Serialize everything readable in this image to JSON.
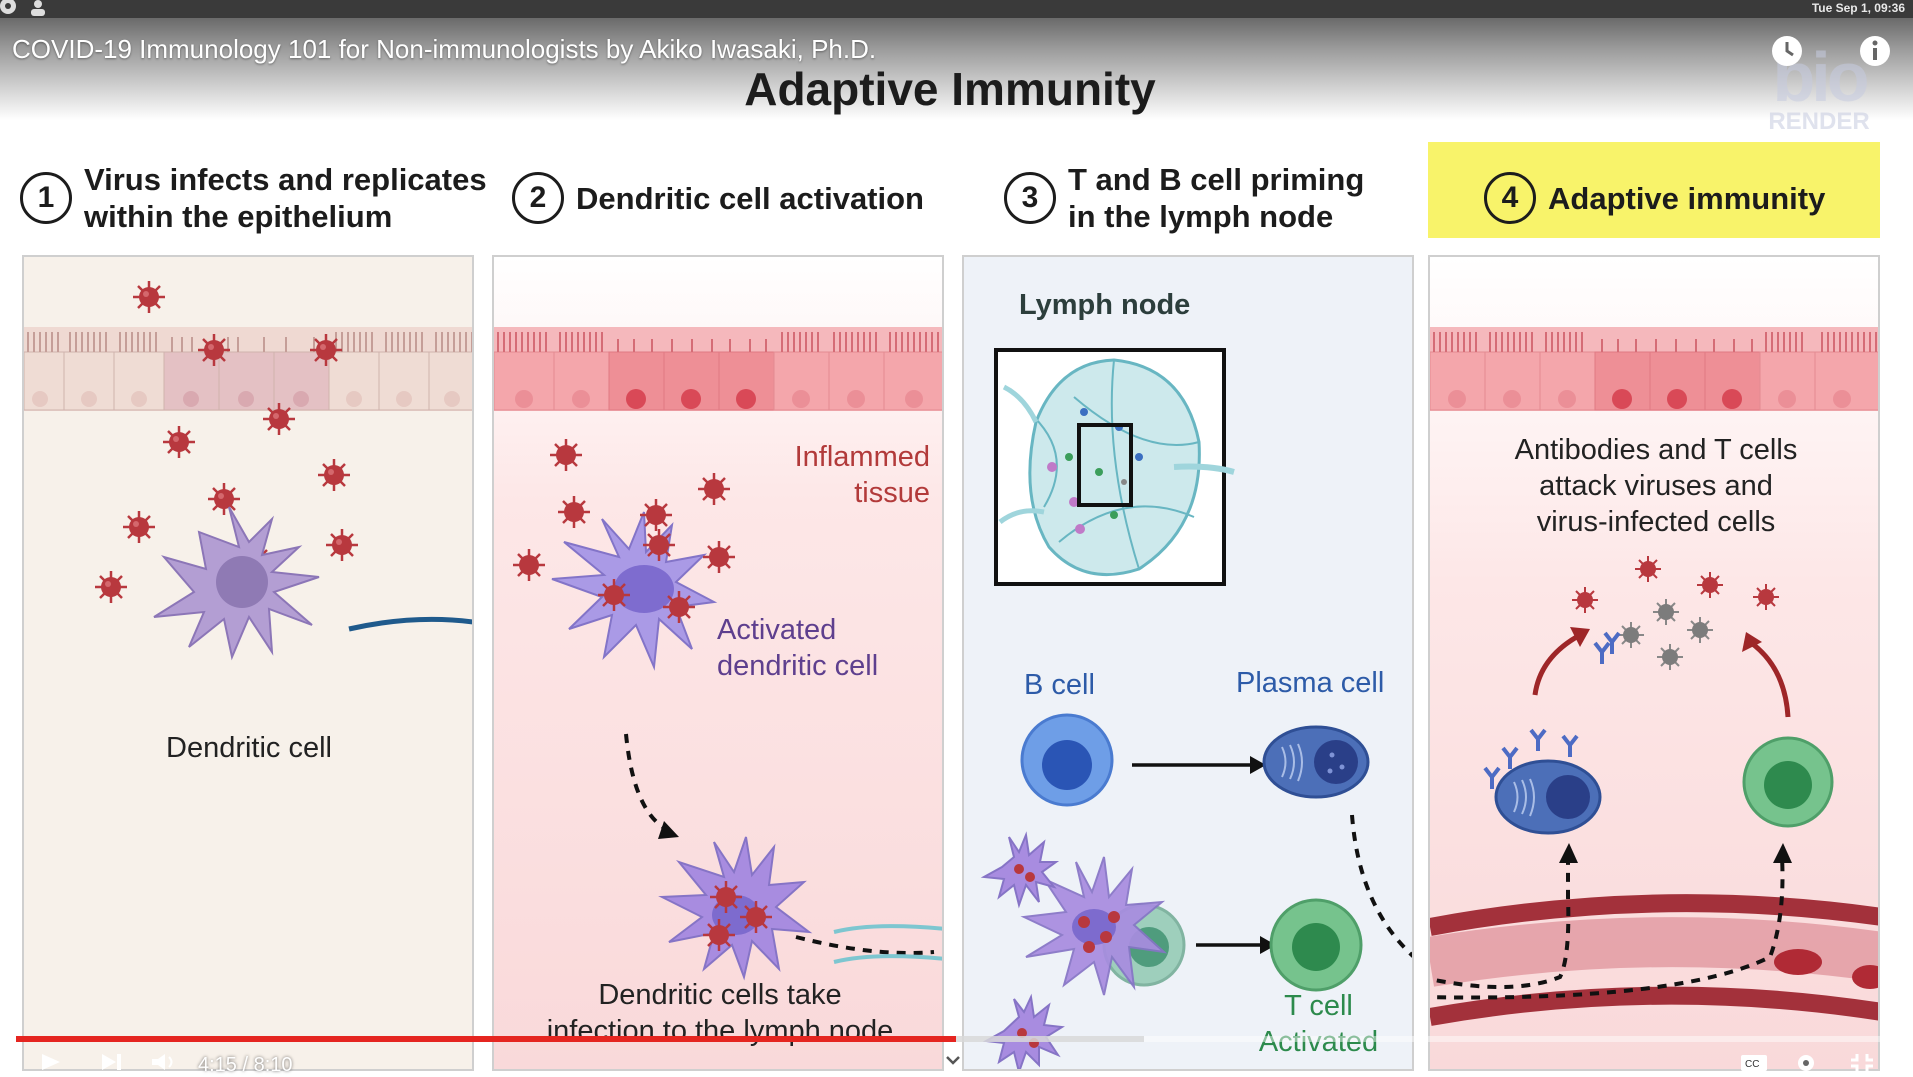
{
  "system_bar": {
    "datetime": "Tue Sep  1, 09:36"
  },
  "video": {
    "title": "COVID-19 Immunology 101 for Non-immunologists by Akiko Iwasaki, Ph.D.",
    "watermark_logo": "bio RENDER",
    "progress": {
      "played_fraction": 0.5,
      "buffered_fraction": 0.6
    },
    "time": "4:15 / 8:10"
  },
  "slide": {
    "title": "Adaptive Immunity",
    "steps": [
      {
        "num": "1",
        "label_line1": "Virus infects and replicates",
        "label_line2": "within the epithelium"
      },
      {
        "num": "2",
        "label_line1": "Dendritic cell activation",
        "label_line2": ""
      },
      {
        "num": "3",
        "label_line1": "T and B cell priming",
        "label_line2": "in the lymph node"
      },
      {
        "num": "4",
        "label_line1": "Adaptive immunity",
        "label_line2": "",
        "highlight_color": "#f8f36a"
      }
    ],
    "panel1": {
      "cell_label": "Dendritic cell"
    },
    "panel2": {
      "tissue_label_1": "Inflammed",
      "tissue_label_2": "tissue",
      "activated_label_1": "Activated",
      "activated_label_2": "dendritic cell",
      "caption_1": "Dendritic cells take",
      "caption_2": "infection to the lymph node"
    },
    "panel3": {
      "lymph_label": "Lymph node",
      "b_cell": "B cell",
      "plasma_cell": "Plasma cell",
      "t_cell_1": "T cell",
      "t_cell_2": "Activated"
    },
    "panel4": {
      "caption_1": "Antibodies and T cells",
      "caption_2": "attack viruses and",
      "caption_3": "virus-infected cells"
    }
  },
  "colors": {
    "virus": "#b8383e",
    "arrow_blue": "#1f5a8c",
    "dendritic": "#a790cf",
    "progress": "#e52520"
  }
}
